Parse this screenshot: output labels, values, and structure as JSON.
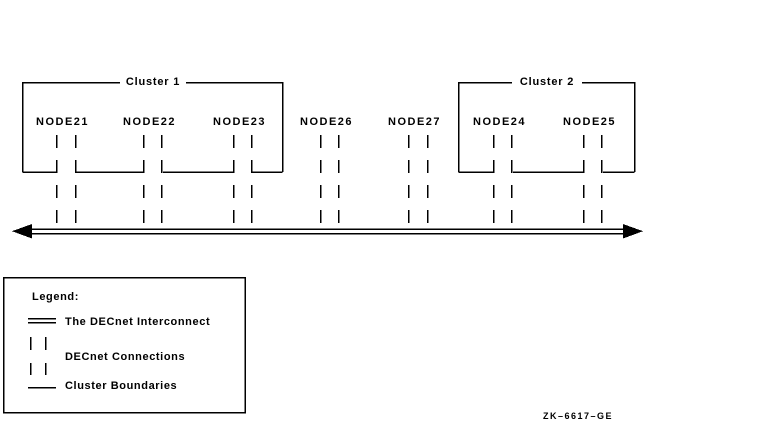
{
  "figure": {
    "clusters": [
      {
        "label": "Cluster 1",
        "nodes": [
          {
            "label": "NODE21"
          },
          {
            "label": "NODE22"
          },
          {
            "label": "NODE23"
          }
        ]
      },
      {
        "label": "Cluster 2",
        "nodes": [
          {
            "label": "NODE24"
          },
          {
            "label": "NODE25"
          }
        ]
      }
    ],
    "standalone_nodes": [
      {
        "label": "NODE26"
      },
      {
        "label": "NODE27"
      }
    ]
  },
  "legend": {
    "title": "Legend:",
    "items": [
      {
        "symbol": "double-horizontal-lines",
        "label": "The DECnet Interconnect"
      },
      {
        "symbol": "dashed-vertical-lines",
        "label": "DECnet Connections"
      },
      {
        "symbol": "single-horizontal-line",
        "label": "Cluster Boundaries"
      }
    ]
  },
  "figure_id": "ZK–6617–GE",
  "colors": {
    "line": "#000000",
    "background": "#ffffff"
  }
}
